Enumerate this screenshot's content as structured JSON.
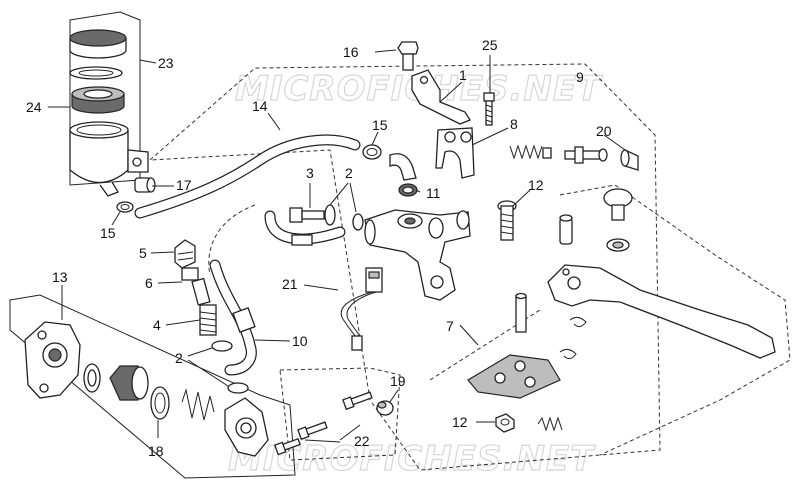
{
  "watermark": {
    "top": "MICROFICHES.NET",
    "bottom": "MICROFICHES.NET"
  },
  "callouts": {
    "p1": "1",
    "p2a": "2",
    "p2b": "2",
    "p3": "3",
    "p4": "4",
    "p5": "5",
    "p6": "6",
    "p7": "7",
    "p8": "8",
    "p9": "9",
    "p10": "10",
    "p11": "11",
    "p12a": "12",
    "p12b": "12",
    "p13": "13",
    "p14": "14",
    "p15a": "15",
    "p15b": "15",
    "p16": "16",
    "p17": "17",
    "p18": "18",
    "p19": "19",
    "p20": "20",
    "p21": "21",
    "p22": "22",
    "p23": "23",
    "p24": "24",
    "p25": "25"
  }
}
